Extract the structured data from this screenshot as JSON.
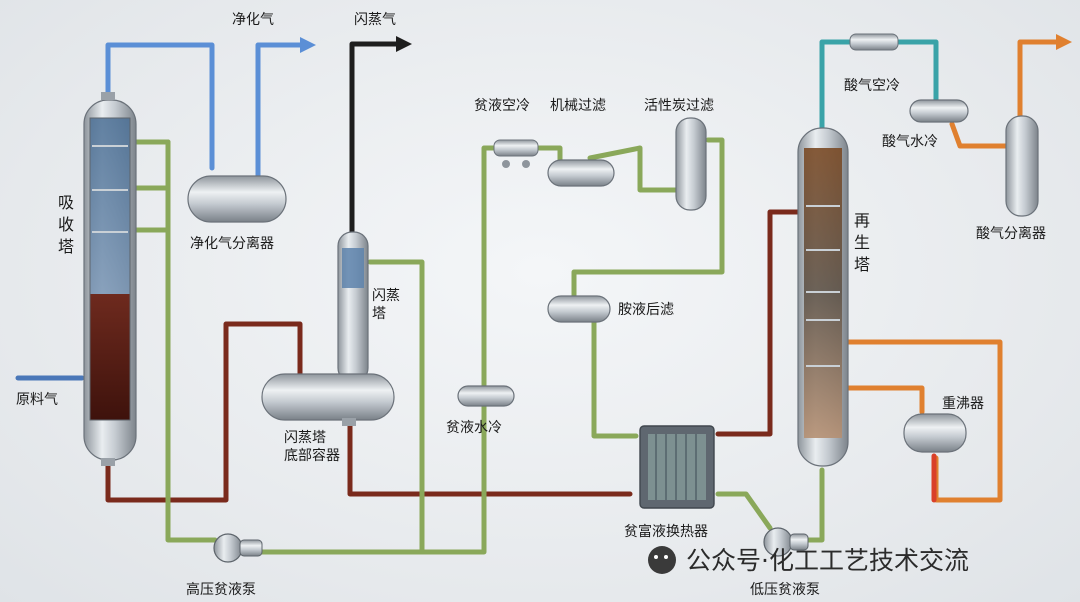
{
  "labels": {
    "purified_gas": "净化气",
    "flash_gas": "闪蒸气",
    "absorber": "吸收塔",
    "feed_gas": "原料气",
    "purified_gas_separator": "净化气分离器",
    "flash_tower": "闪蒸塔",
    "flash_bottom_vessel": "闪蒸塔底部容器",
    "lean_air_cooler": "贫液空冷",
    "mechanical_filter": "机械过滤",
    "activated_carbon_filter": "活性炭过滤",
    "amine_post_filter": "胺液后滤",
    "lean_water_cooler": "贫液水冷",
    "lean_rich_exchanger": "贫富液换热器",
    "hp_lean_pump": "高压贫液泵",
    "lp_lean_pump": "低压贫液泵",
    "regenerator": "再生塔",
    "reboiler": "重沸器",
    "acid_gas_air_cooler": "酸气空冷",
    "acid_gas_water_cooler": "酸气水冷",
    "acid_gas_separator": "酸气分离器"
  },
  "watermark": "公众号·化工工艺技术交流",
  "colors": {
    "purified_gas_line": "#5b8fd6",
    "flash_gas_line": "#1e1e1e",
    "rich_amine_line": "#7a2a1c",
    "lean_amine_line": "#8aa85a",
    "acid_gas_line": "#3aa3a8",
    "acid_vapor_line": "#e0802f",
    "reboiler_hot_line": "#d9402a"
  }
}
